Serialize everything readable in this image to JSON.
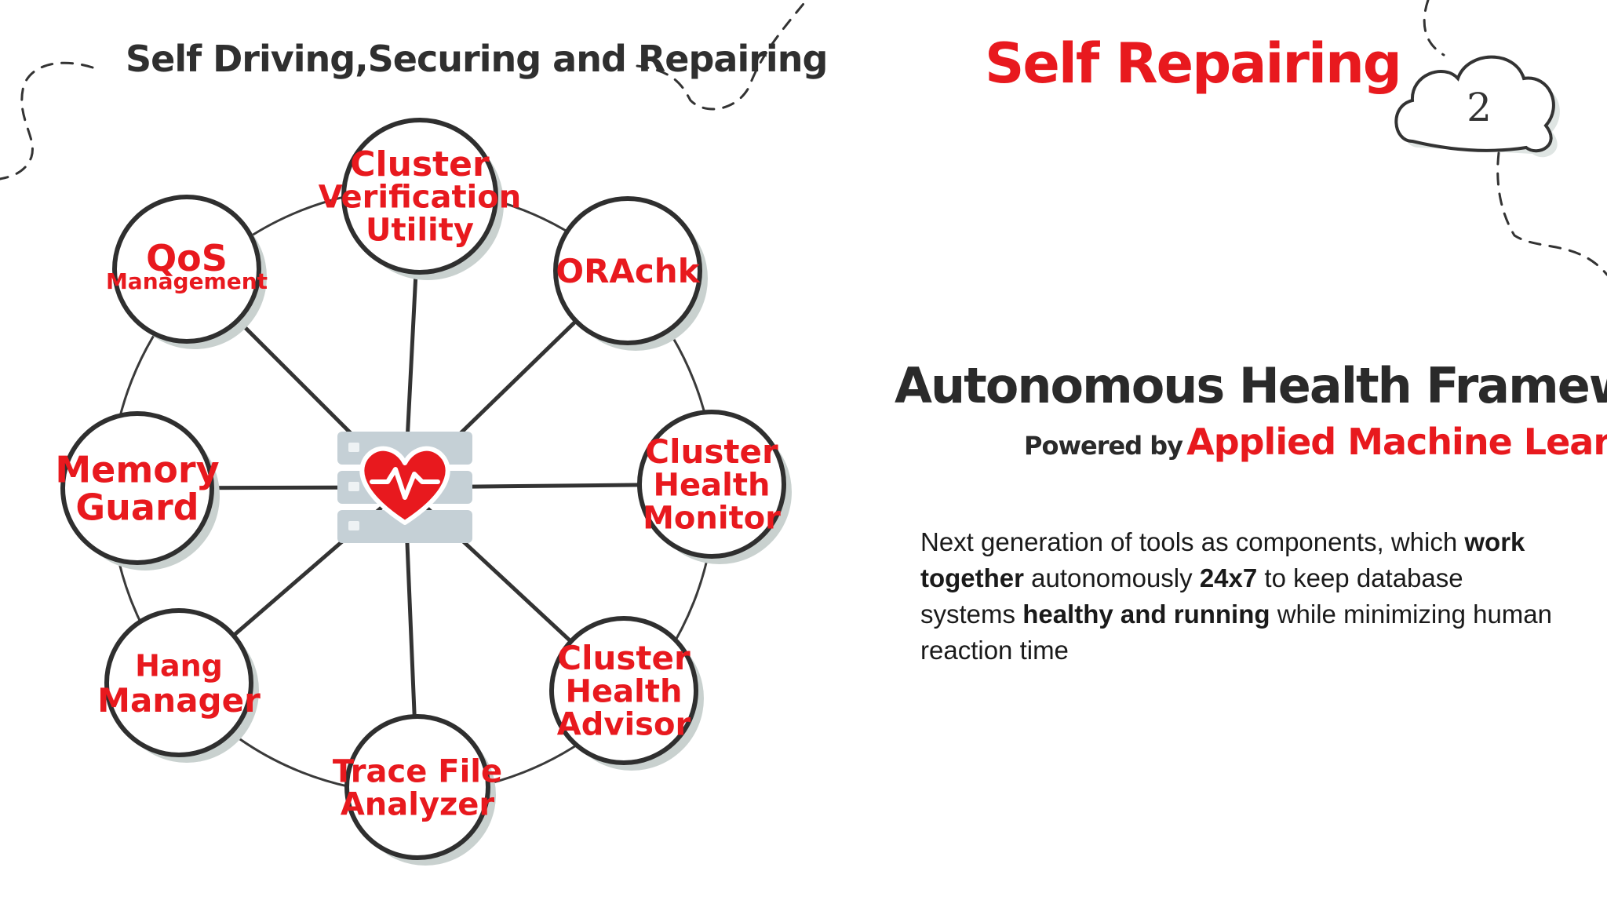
{
  "header": {
    "left_title": "Self Driving,Securing and Repairing",
    "right_title": "Self Repairing",
    "page_number": "2"
  },
  "framework": {
    "title": "Autonomous Health Framework",
    "powered_prefix": "Powered by",
    "powered_highlight": "Applied Machine Learning"
  },
  "description": {
    "parts": [
      {
        "text": "Next generation of tools as components, which ",
        "bold": false
      },
      {
        "text": "work together",
        "bold": true
      },
      {
        "text": " autonomously ",
        "bold": false
      },
      {
        "text": "24x7",
        "bold": true
      },
      {
        "text": " to keep database systems ",
        "bold": false
      },
      {
        "text": "healthy and running",
        "bold": true
      },
      {
        "text": " while minimizing human reaction time",
        "bold": false
      }
    ]
  },
  "diagram": {
    "center_icon": "server-heart-icon",
    "nodes": [
      {
        "id": "cluster-verification-utility",
        "lines": [
          "Cluster",
          "Verification",
          "Utility"
        ]
      },
      {
        "id": "orachk",
        "lines": [
          "ORAchk"
        ]
      },
      {
        "id": "cluster-health-monitor",
        "lines": [
          "Cluster",
          "Health",
          "Monitor"
        ]
      },
      {
        "id": "cluster-health-advisor",
        "lines": [
          "Cluster",
          "Health",
          "Advisor"
        ]
      },
      {
        "id": "trace-file-analyzer",
        "lines": [
          "Trace File",
          "Analyzer"
        ]
      },
      {
        "id": "hang-manager",
        "lines": [
          "Hang",
          "Manager"
        ]
      },
      {
        "id": "memory-guard",
        "lines": [
          "Memory",
          "Guard"
        ]
      },
      {
        "id": "qos-management",
        "lines": [
          "QoS",
          "Management"
        ]
      }
    ]
  },
  "colors": {
    "accent": "#e8191e",
    "ink": "#2f2f2f",
    "shadow": "#c9d1cf",
    "server": "#c5d0d6"
  }
}
